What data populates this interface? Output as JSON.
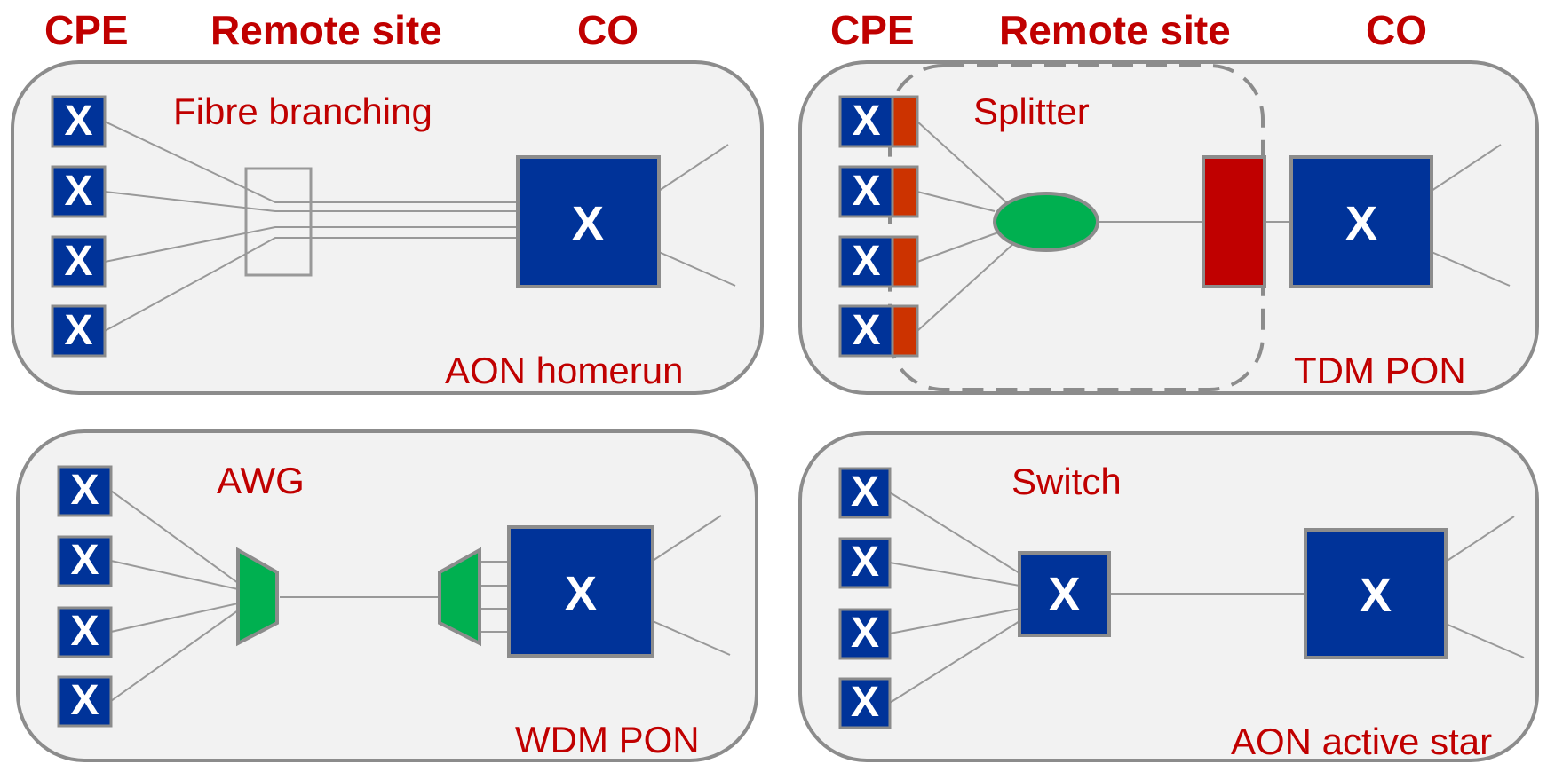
{
  "headers": {
    "left": {
      "cpe": "CPE",
      "remote": "Remote site",
      "co": "CO"
    },
    "right": {
      "cpe": "CPE",
      "remote": "Remote site",
      "co": "CO"
    }
  },
  "panels": {
    "aon_homerun": {
      "site_label": "Fibre branching",
      "title": "AON homerun"
    },
    "tdm_pon": {
      "site_label": "Splitter",
      "title": "TDM PON"
    },
    "wdm_pon": {
      "site_label": "AWG",
      "title": "WDM PON"
    },
    "aon_active_star": {
      "site_label": "Switch",
      "title": "AON active star"
    }
  },
  "node_glyph": "X",
  "colors": {
    "header_red": "#c00000",
    "node_blue": "#003399",
    "splitter_green": "#00b050",
    "olt_red": "#c00000",
    "onu_orange": "#cc3300",
    "panel_fill": "#f2f2f2",
    "panel_border": "#8c8c8c"
  }
}
